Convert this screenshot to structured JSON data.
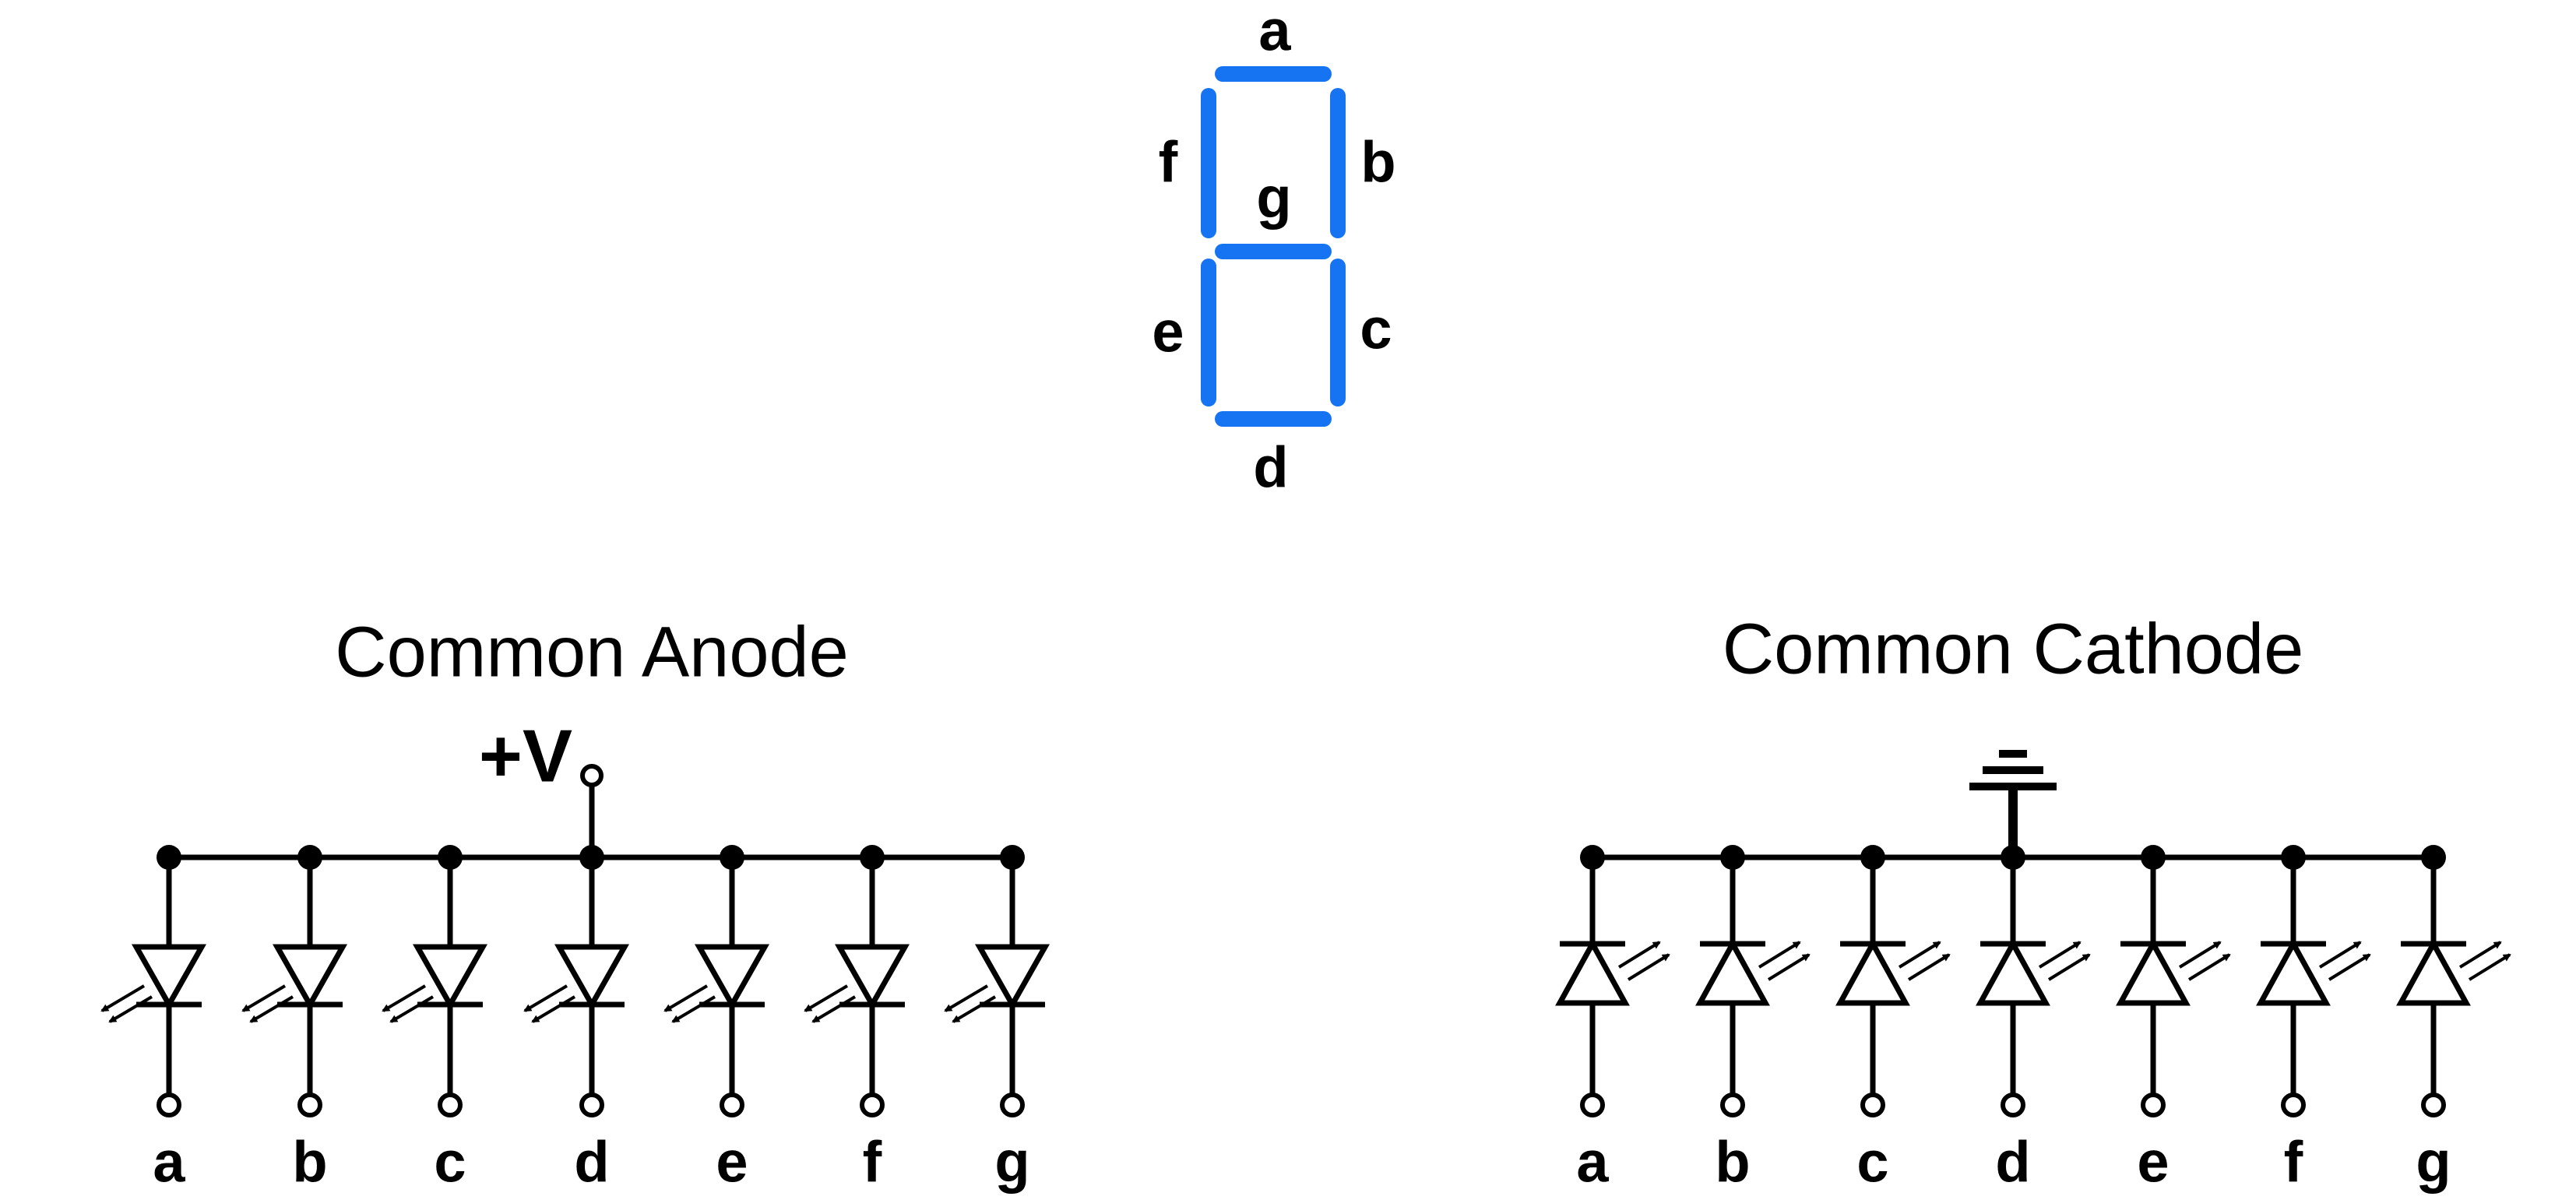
{
  "seven_segment": {
    "segment_color": "#1673f1",
    "segments": [
      {
        "id": "a",
        "label": "a"
      },
      {
        "id": "b",
        "label": "b"
      },
      {
        "id": "c",
        "label": "c"
      },
      {
        "id": "d",
        "label": "d"
      },
      {
        "id": "e",
        "label": "e"
      },
      {
        "id": "f",
        "label": "f"
      },
      {
        "id": "g",
        "label": "g"
      }
    ]
  },
  "common_anode": {
    "title": "Common Anode",
    "supply_label": "+V",
    "pins": [
      "a",
      "b",
      "c",
      "d",
      "e",
      "f",
      "g"
    ]
  },
  "common_cathode": {
    "title": "Common Cathode",
    "ground_icon": "ground-icon",
    "pins": [
      "a",
      "b",
      "c",
      "d",
      "e",
      "f",
      "g"
    ]
  }
}
